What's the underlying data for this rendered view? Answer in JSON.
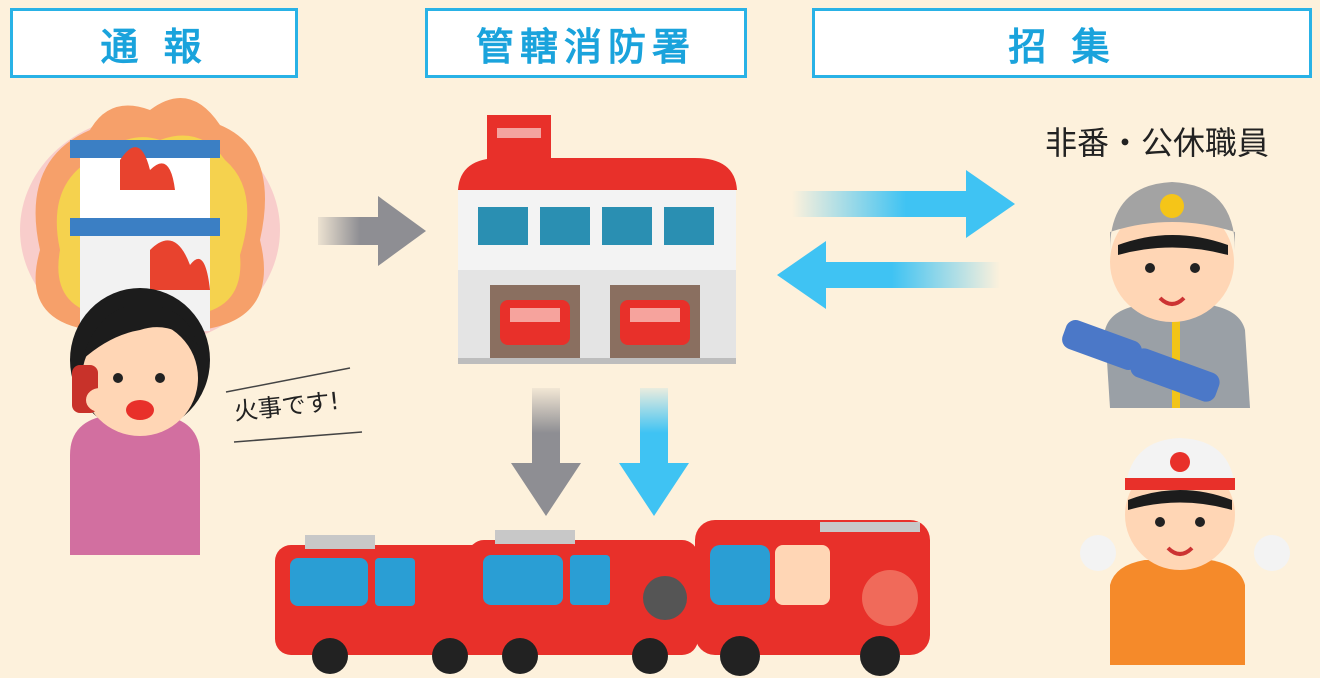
{
  "headers": {
    "report": "通 報",
    "station": "管轄消防署",
    "call": "招 集"
  },
  "labels": {
    "off_duty_staff": "非番・公休職員",
    "speech": "火事です!"
  },
  "colors": {
    "header_border": "#29b2e6",
    "header_text": "#1aa3dc",
    "arrow_gray": "#8e8e93",
    "arrow_blue": "#3fc3f3",
    "truck_red": "#e8302a",
    "background": "#fdf1dc"
  }
}
